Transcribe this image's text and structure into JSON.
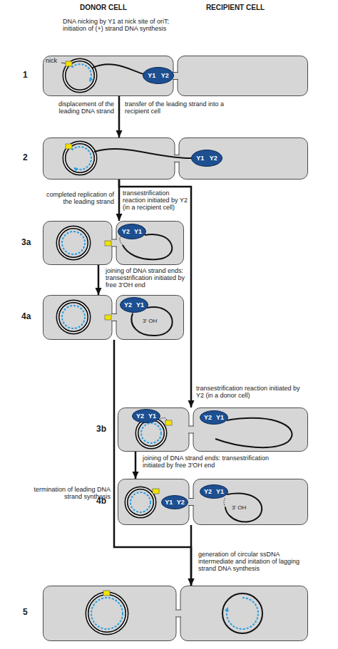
{
  "diagram": {
    "nodes": [
      {
        "text": [
          "1",
          "nick"
        ]
      },
      {
        "text": [
          "Y1",
          "Y2"
        ],
        "in": 0
      },
      {
        "text": [
          "2"
        ]
      },
      {
        "text": [
          "Y1",
          "Y2"
        ],
        "in": 2
      },
      {
        "text": [
          "3a"
        ]
      },
      {
        "text": [
          "Y2",
          "Y1"
        ],
        "in": 4
      },
      {
        "text": [
          "4a",
          "3' OH"
        ]
      },
      {
        "text": [
          "Y2",
          "Y1"
        ],
        "in": 6
      },
      {
        "text": [
          "3b"
        ]
      },
      {
        "text": [
          "Y2",
          "Y1"
        ],
        "in": 8
      },
      {
        "text": [
          "Y2",
          "Y1"
        ],
        "in": 8
      },
      {
        "text": [
          "4b",
          "3' OH"
        ]
      },
      {
        "text": [
          "Y1",
          "Y2"
        ],
        "in": 11
      },
      {
        "text": [
          "Y2",
          "Y1"
        ],
        "in": 11
      },
      {
        "text": [
          "5"
        ]
      }
    ],
    "edges": [
      {
        "from": 0,
        "to": 2,
        "arrow": "to"
      },
      {
        "from": 2,
        "to": 4,
        "arrow": "to"
      },
      {
        "from": 2,
        "to": 8,
        "arrow": "to"
      },
      {
        "from": 4,
        "to": 6,
        "arrow": "to"
      },
      {
        "from": 8,
        "to": 11,
        "arrow": "to"
      },
      {
        "from": 6,
        "to": 14,
        "arrow": "to"
      },
      {
        "from": 11,
        "to": 14,
        "arrow": "to"
      }
    ],
    "labels": [
      "DONOR CELL",
      "RECIPIENT CELL",
      "DNA nicking by Y1 at nick site of oriT; initiation of (+) strand DNA synthesis",
      "displacement of the leading DNA strand",
      "transfer of the leading strand into a recipient cell",
      "completed replication of the leading strand",
      "transestrification reaction initiated by Y2 (in a recipient cell)",
      "joining of DNA strand ends: transestrification initiated by free 3'OH end",
      "transestrification reaction initiated by Y2 (in a donor cell)",
      "termination of leading DNA strand synthesis",
      "joining of DNA strand ends: transestrification initiated by free 3'OH end",
      "generation of circular ssDNA intermediate and initation of lagging strand DNA synthesis"
    ]
  }
}
